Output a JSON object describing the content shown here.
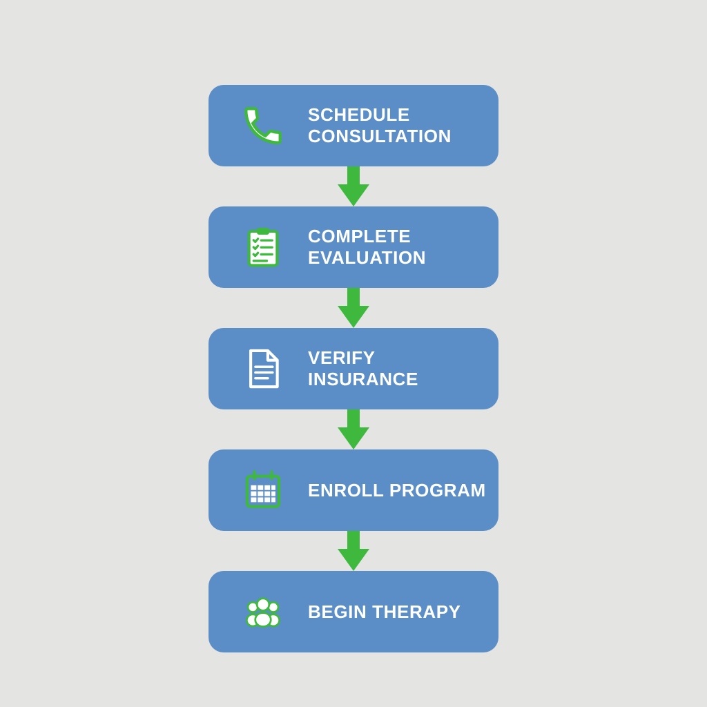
{
  "diagram": {
    "type": "vertical-flowchart",
    "description": "Five-step therapy enrollment process flow",
    "colors": {
      "background": "#e4e4e3",
      "box_fill": "#5b8ec6",
      "arrow_green": "#3eb93e",
      "text": "#ffffff",
      "icon_accent_green": "#3eb93e",
      "icon_white": "#ffffff"
    },
    "steps": [
      {
        "label": "SCHEDULE CONSULTATION",
        "icon": "phone-icon"
      },
      {
        "label": "COMPLETE EVALUATION",
        "icon": "clipboard-checklist-icon"
      },
      {
        "label": "VERIFY INSURANCE",
        "icon": "document-icon"
      },
      {
        "label": "ENROLL PROGRAM",
        "icon": "calendar-icon"
      },
      {
        "label": "BEGIN THERAPY",
        "icon": "people-group-icon"
      }
    ],
    "connector": {
      "shape": "down-arrow",
      "count": 4
    }
  }
}
